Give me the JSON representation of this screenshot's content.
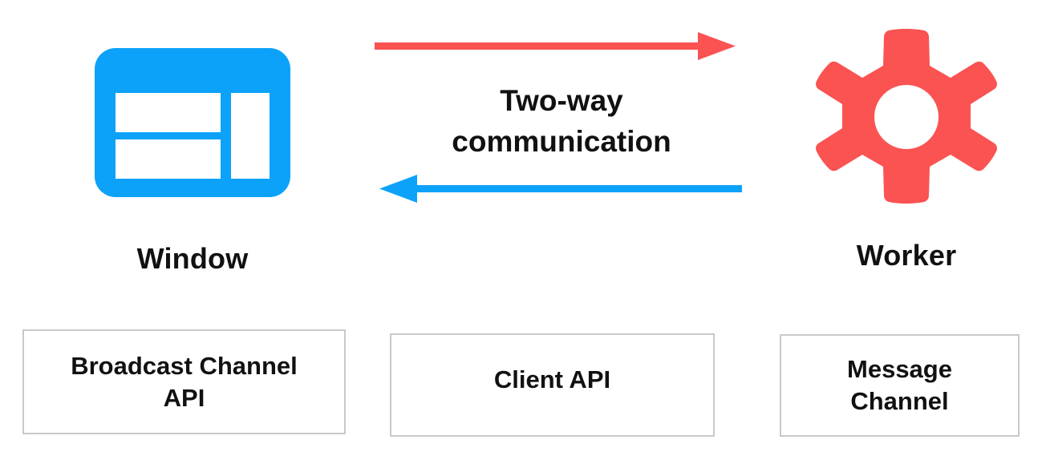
{
  "diagram": {
    "title": "Two-way communication between Window and Worker",
    "colors": {
      "window_blue": "#0CA2FA",
      "worker_red": "#FB5252",
      "box_border": "#c9c9c9",
      "text": "#111111",
      "background": "#ffffff"
    },
    "nodes": [
      {
        "id": "window",
        "caption": "Window",
        "icon": "browser-window-icon",
        "color": "#0CA2FA"
      },
      {
        "id": "worker",
        "caption": "Worker",
        "icon": "gear-icon",
        "color": "#FB5252"
      }
    ],
    "center_label": {
      "line1": "Two-way",
      "line2": "communication"
    },
    "arrows": [
      {
        "id": "window-to-worker",
        "direction": "right",
        "color": "#FB5252",
        "from": "window",
        "to": "worker"
      },
      {
        "id": "worker-to-window",
        "direction": "left",
        "color": "#0CA2FA",
        "from": "worker",
        "to": "window"
      }
    ],
    "api_boxes": [
      {
        "id": "broadcast-channel-api",
        "label": "Broadcast Channel\nAPI"
      },
      {
        "id": "client-api",
        "label": "Client API"
      },
      {
        "id": "message-channel",
        "label": "Message\nChannel"
      }
    ]
  }
}
